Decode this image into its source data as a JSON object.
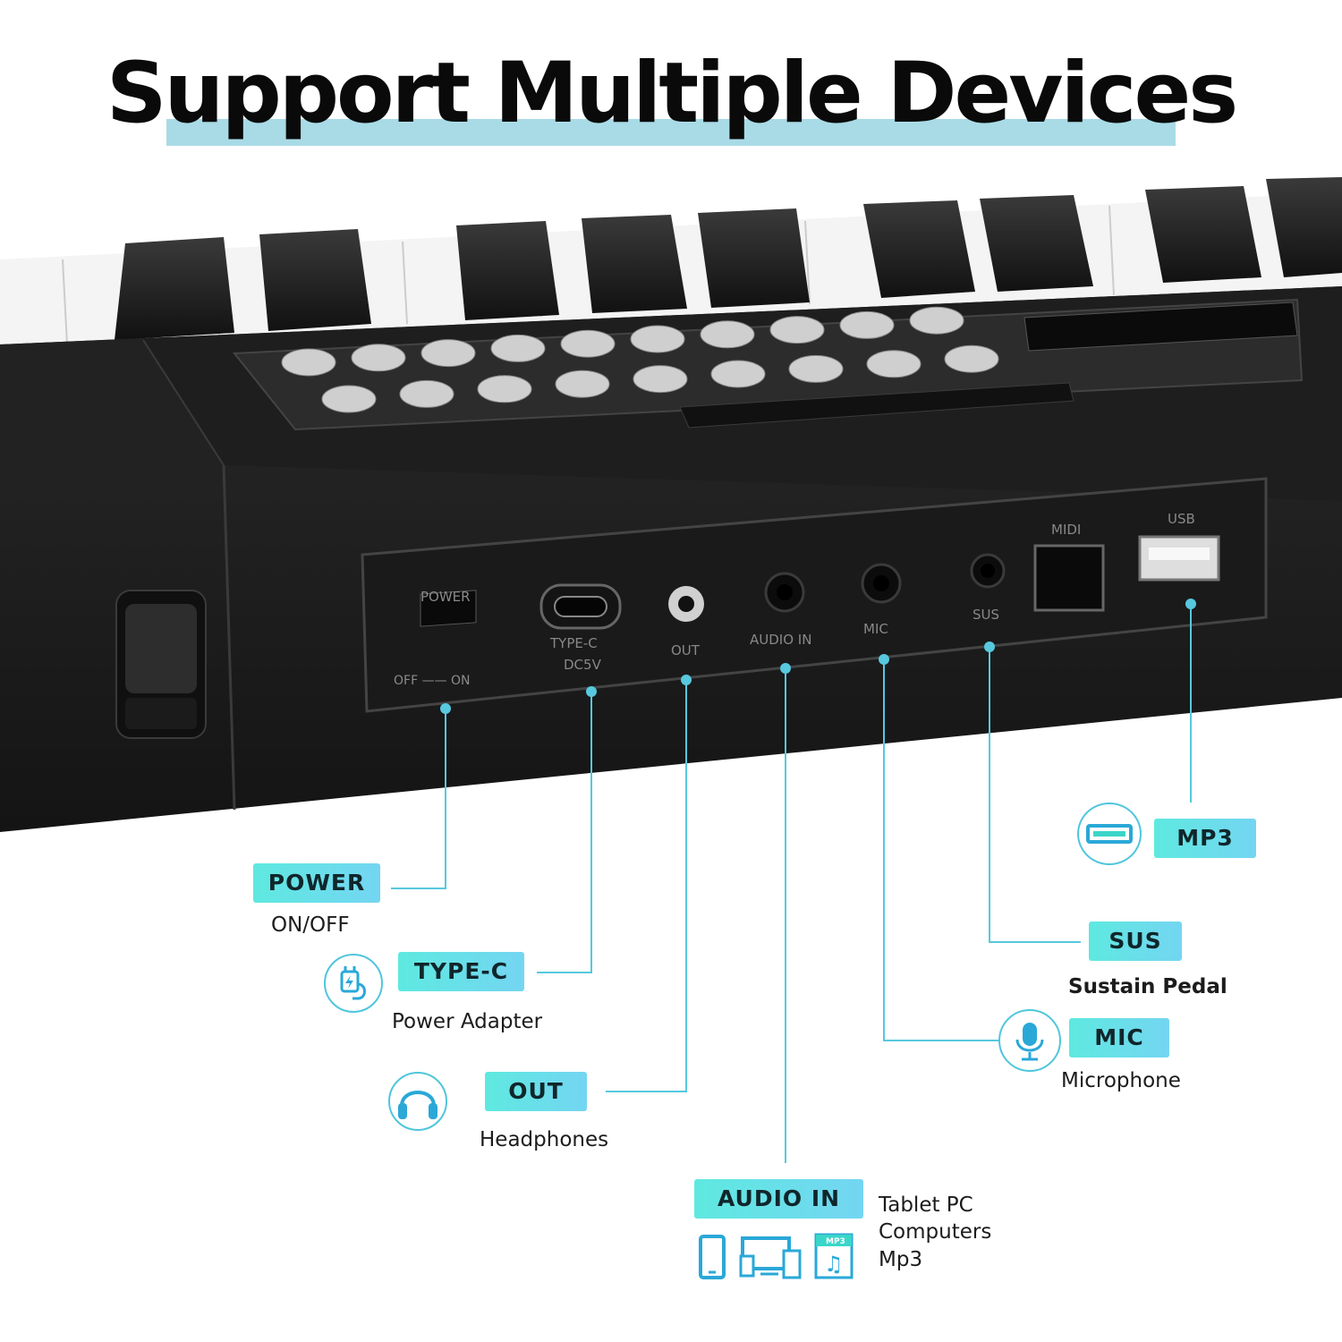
{
  "title": "Support Multiple Devices",
  "panel": {
    "power_label": "POWER",
    "off_on_label": "OFF —— ON",
    "typec_label": "TYPE-C",
    "dc_label": "DC5V",
    "out_label": "OUT",
    "audio_in_label": "AUDIO IN",
    "mic_label": "MIC",
    "sus_label": "SUS",
    "midi_label": "MIDI",
    "usb_label": "USB"
  },
  "callouts": {
    "power": {
      "tag": "POWER",
      "desc": "ON/OFF"
    },
    "typec": {
      "tag": "TYPE-C",
      "desc": "Power Adapter",
      "icon": "charging-plug-icon"
    },
    "out": {
      "tag": "OUT",
      "desc": "Headphones",
      "icon": "headphones-icon"
    },
    "audio_in": {
      "tag": "AUDIO IN",
      "desc_lines": [
        "Tablet PC",
        "Computers",
        "Mp3"
      ],
      "icons": [
        "tablet-icon",
        "devices-icon",
        "mp3-file-icon"
      ],
      "mp3_icon_text": "MP3"
    },
    "mic": {
      "tag": "MIC",
      "desc": "Microphone",
      "icon": "microphone-icon"
    },
    "sus": {
      "tag": "SUS",
      "desc": "Sustain Pedal"
    },
    "mp3": {
      "tag": "MP3",
      "icon": "usb-port-icon"
    }
  },
  "colors": {
    "accent": "#5ad8e6",
    "line": "#57c8de",
    "title_bar": "#a9dbe6",
    "body": "#1a1a1a"
  }
}
